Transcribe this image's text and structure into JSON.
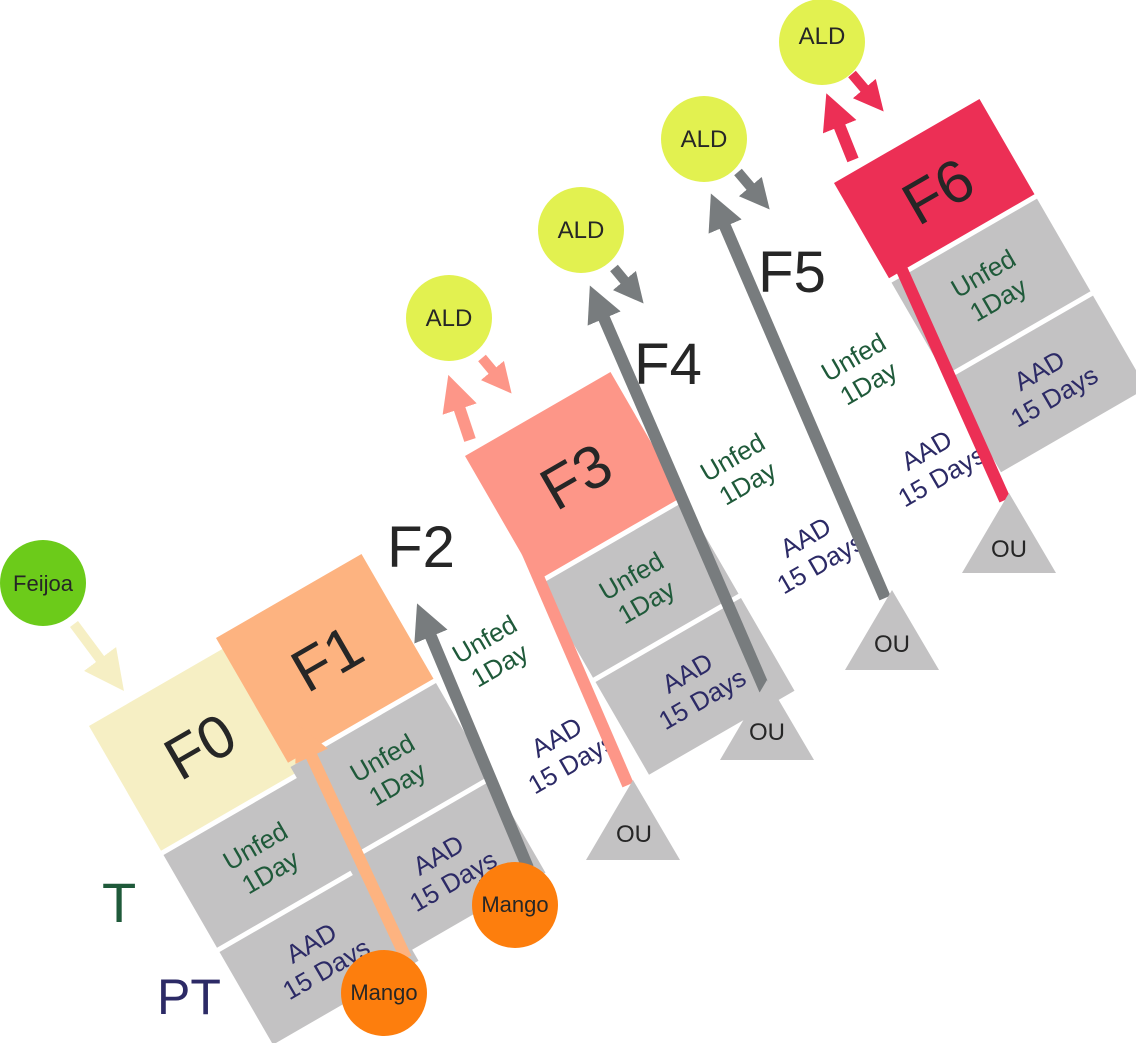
{
  "legend": {
    "t": "T",
    "pt": "PT"
  },
  "colors": {
    "f0": "#f6efc4",
    "f1": "#fdb380",
    "f3": "#fd9688",
    "f6": "#ec2f55",
    "grey_box": "#c3c2c3",
    "grey_arrow": "#787c7e",
    "ald": "#e2f150",
    "feijoa": "#6ccb1a",
    "mango": "#fd7e0d",
    "ou": "#c3c2c3",
    "unfed_text": "#1f5a3a",
    "aad_text": "#2c2a66"
  },
  "nodes": {
    "feijoa": "Feijoa",
    "mango": "Mango",
    "ald": "ALD",
    "ou": "OU"
  },
  "rows": {
    "unfed": [
      "Unfed",
      "1Day"
    ],
    "aad": [
      "AAD",
      "15 Days"
    ]
  },
  "generations": [
    {
      "id": "f0",
      "label": "F0"
    },
    {
      "id": "f1",
      "label": "F1"
    },
    {
      "id": "f2",
      "label": "F2"
    },
    {
      "id": "f3",
      "label": "F3"
    },
    {
      "id": "f4",
      "label": "F4"
    },
    {
      "id": "f5",
      "label": "F5"
    },
    {
      "id": "f6",
      "label": "F6"
    }
  ]
}
